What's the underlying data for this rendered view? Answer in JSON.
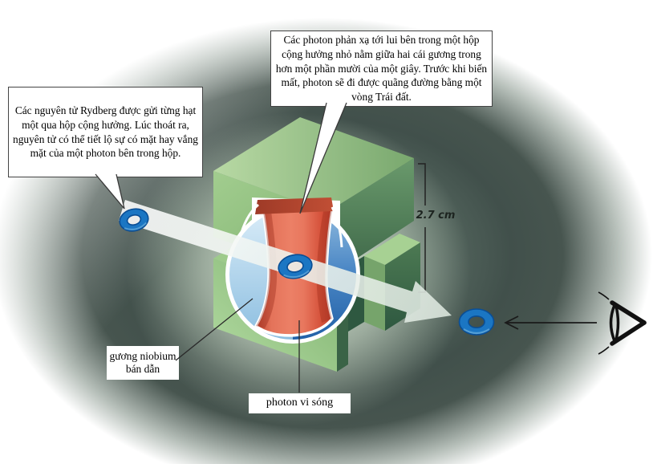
{
  "diagram": {
    "callout_photon": "Các photon phản xạ tới lui bên trong một hộp cộng hưởng nhỏ nằm giữa hai cái gương trong hơn một phần mười của một giây. Trước khi biến mất, photon sẽ đi được quãng đường bằng một vòng Trái đất.",
    "callout_rydberg": "Các nguyên tử Rydberg được gửi từng hạt một qua hộp cộng hưởng. Lúc thoát ra, nguyên tử có thể tiết lộ sự có mặt hay vắng mặt của một photon bên trong hộp.",
    "label_mirror": "gương niobium bán dẫn",
    "label_photon": "photon vi sóng",
    "dimension": "2.7 cm",
    "icons": [
      "eye-icon",
      "observer-arrow",
      "atom-beam-arrow",
      "rydberg-atom-ring"
    ],
    "colors": {
      "ring_blue": "#1b76c3",
      "photon_red": "#e06a50",
      "mirror_light_blue": "#c9e3f4",
      "mirror_dark_blue": "#2f6cb0",
      "cavity_green": "#8fc07d",
      "background_dark": "#41504b",
      "beam_white": "#f2f6f1"
    }
  }
}
